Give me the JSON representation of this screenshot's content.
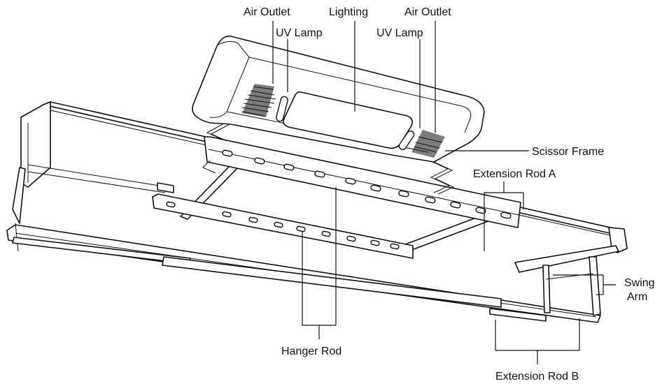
{
  "labels": {
    "air_outlet_left": "Air Outlet",
    "lighting": "Lighting",
    "air_outlet_right": "Air Outlet",
    "uv_lamp_left": "UV Lamp",
    "uv_lamp_right": "UV Lamp",
    "scissor_frame": "Scissor Frame",
    "extension_rod_a": "Extension Rod A",
    "swing_arm_line1": "Swing",
    "swing_arm_line2": "Arm",
    "hanger_rod": "Hanger Rod",
    "extension_rod_b": "Extension Rod B"
  },
  "colors": {
    "line": "#111111",
    "background": "#ffffff"
  }
}
